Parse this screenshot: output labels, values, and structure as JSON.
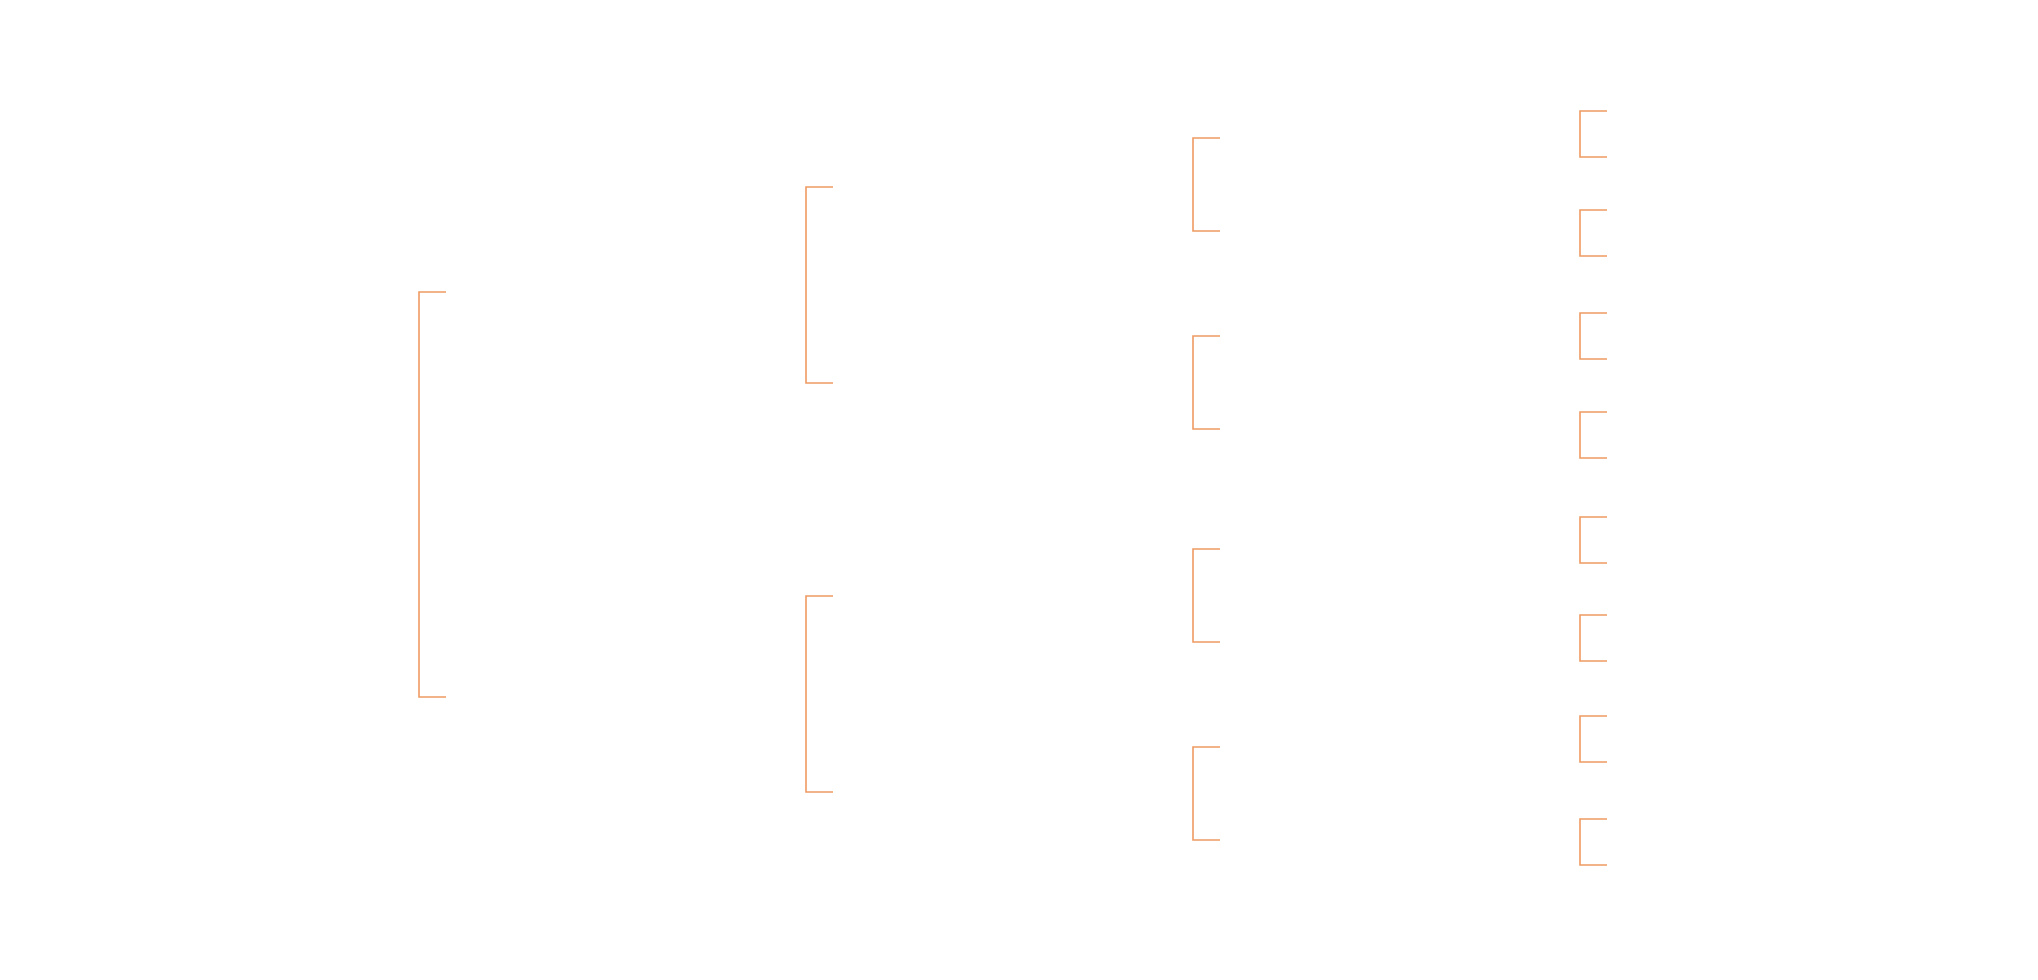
{
  "diagram": {
    "kind": "bracket-tree",
    "levels": 4,
    "branching": 2,
    "leaf_count": 8,
    "labels_shown": false,
    "bracket_color": "#ee9a62"
  }
}
